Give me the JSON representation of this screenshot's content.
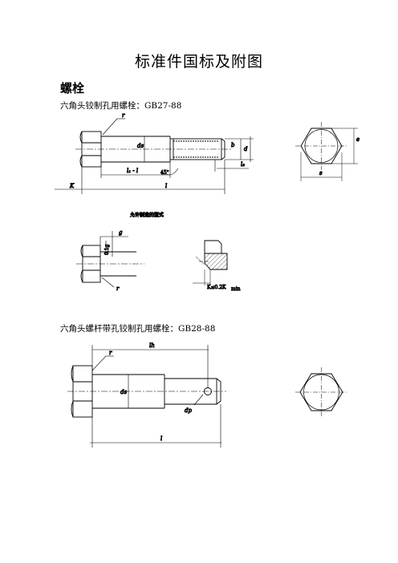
{
  "document": {
    "title": "标准件国标及附图",
    "section_heading": "螺栓",
    "captions": [
      "六角头铰制孔用螺栓：GB27-88",
      "六角头螺杆带孔铰制孔用螺栓：GB28-88"
    ]
  },
  "figure1": {
    "labels": {
      "r": "r",
      "ds": "ds",
      "b": "b",
      "d": "d",
      "l1": "l₁ - l",
      "angle": "45°",
      "l2": "l₂",
      "k": "K",
      "l": "l",
      "s": "s",
      "e": "e"
    },
    "note": "允许制造的型式",
    "detail_labels": {
      "g": "g",
      "dim": "0.1g",
      "r": "r",
      "k": "K≤0.2K",
      "min": "min"
    }
  },
  "figure2": {
    "labels": {
      "lh": "lh",
      "r": "r",
      "ds": "ds",
      "dp": "dp",
      "l": "l"
    }
  }
}
